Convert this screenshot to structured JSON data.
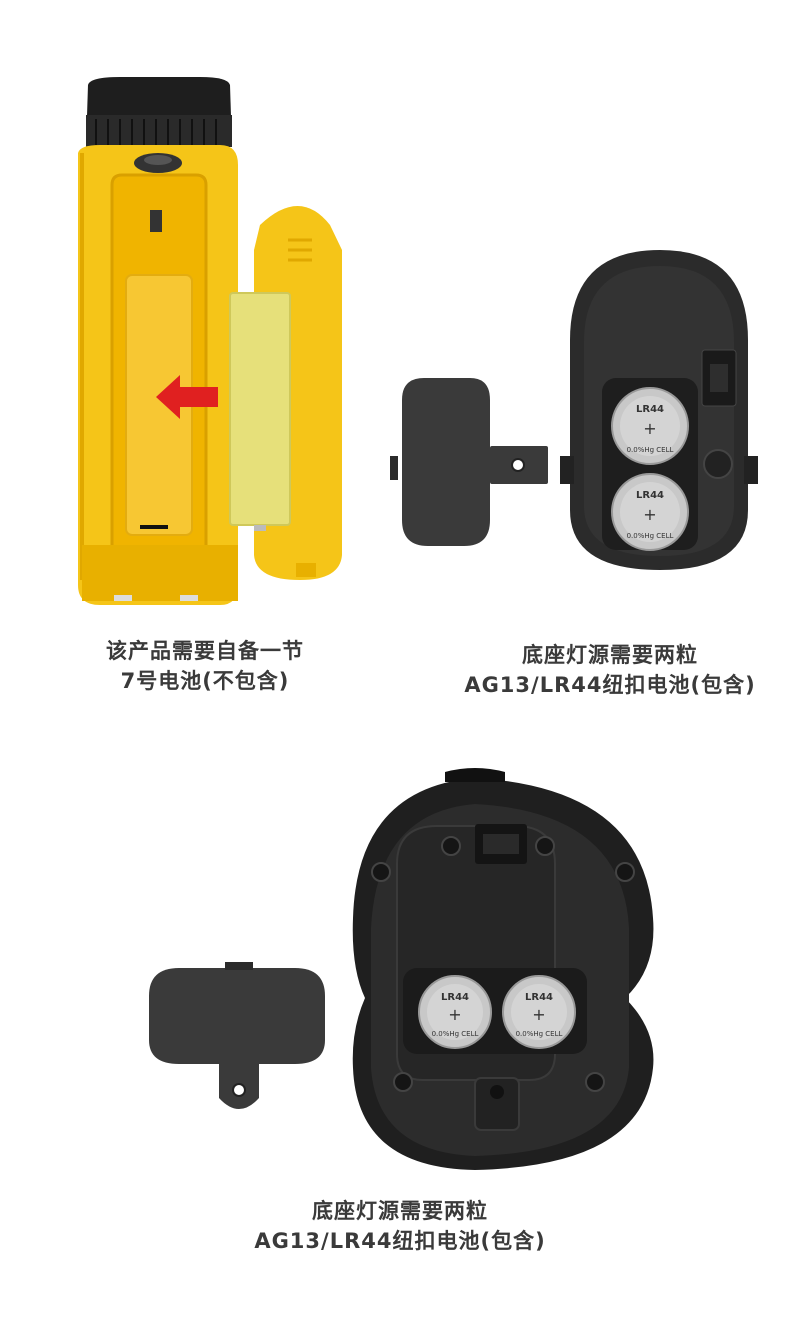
{
  "captions": {
    "flashlight": {
      "line1": "该产品需要自备一节",
      "line2": "7号电池(不包含)"
    },
    "base_top": {
      "line1": "底座灯源需要两粒",
      "line2": "AG13/LR44纽扣电池(包含)"
    },
    "base_bottom": {
      "line1": "底座灯源需要两粒",
      "line2": "AG13/LR44纽扣电池(包含)"
    }
  },
  "cell_label": {
    "model": "LR44",
    "plus": "+",
    "arc": "0.0%Hg CELL"
  },
  "colors": {
    "body_yellow": "#f5c518",
    "battery_yellow": "#e6e07a",
    "arrow_red": "#e02020",
    "dark_plastic": "#2b2b2b",
    "coin_silver": "#c8c8c8"
  }
}
